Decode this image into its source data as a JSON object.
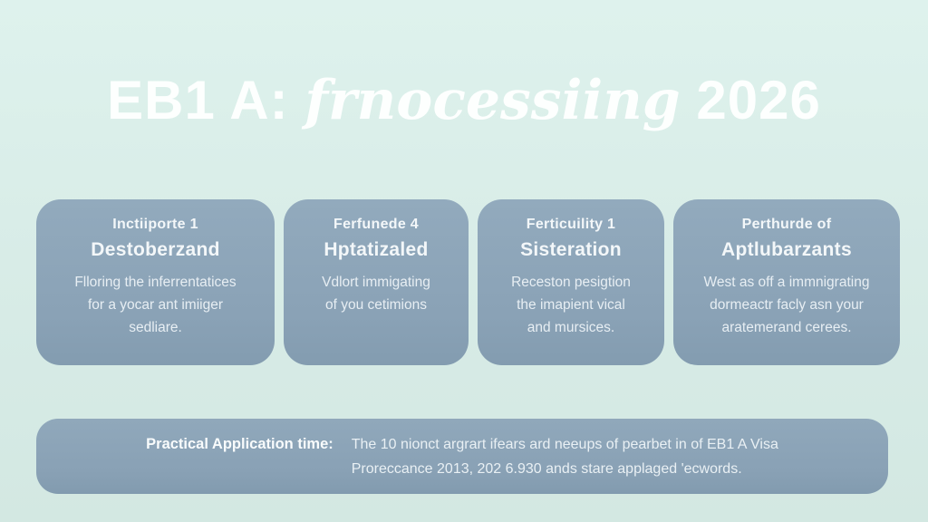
{
  "title": {
    "prefix": "EB1 A:",
    "script_word": "frnocessiing",
    "year": "2026"
  },
  "cards": [
    {
      "kicker": "Inctiiporte 1",
      "heading": "Destoberzand",
      "body_lines": [
        "Flloring the inferrentatices",
        "for a yocar ant imiiger",
        "sedliare."
      ]
    },
    {
      "kicker": "Ferfunede 4",
      "heading": "Hptatizaled",
      "body_lines": [
        "Vdlort immigating",
        "of you cetimions"
      ]
    },
    {
      "kicker": "Ferticuility 1",
      "heading": "Sisteration",
      "body_lines": [
        "Receston pesigtion",
        "the imapient vical",
        "and mursices."
      ]
    },
    {
      "kicker": "Perthurde of",
      "heading": "Aptlubarzants",
      "body_lines": [
        "West as off a immnigrating",
        "dormeactr facly asn your",
        "aratemerand cerees."
      ]
    }
  ],
  "banner": {
    "label": "Practical Application time:",
    "line1": "The 10 nionct argrart ifears ard neeups of pearbet in of EB1 A Visa",
    "line2": "Proreccance 2013, 202 6.930 ands stare applaged 'ecwords."
  },
  "colors": {
    "background": "#d8ece7",
    "card": "#8ca4b8",
    "banner": "#8ba3b7",
    "title_text": "#fdfffe",
    "card_text": "#e7eef3"
  }
}
